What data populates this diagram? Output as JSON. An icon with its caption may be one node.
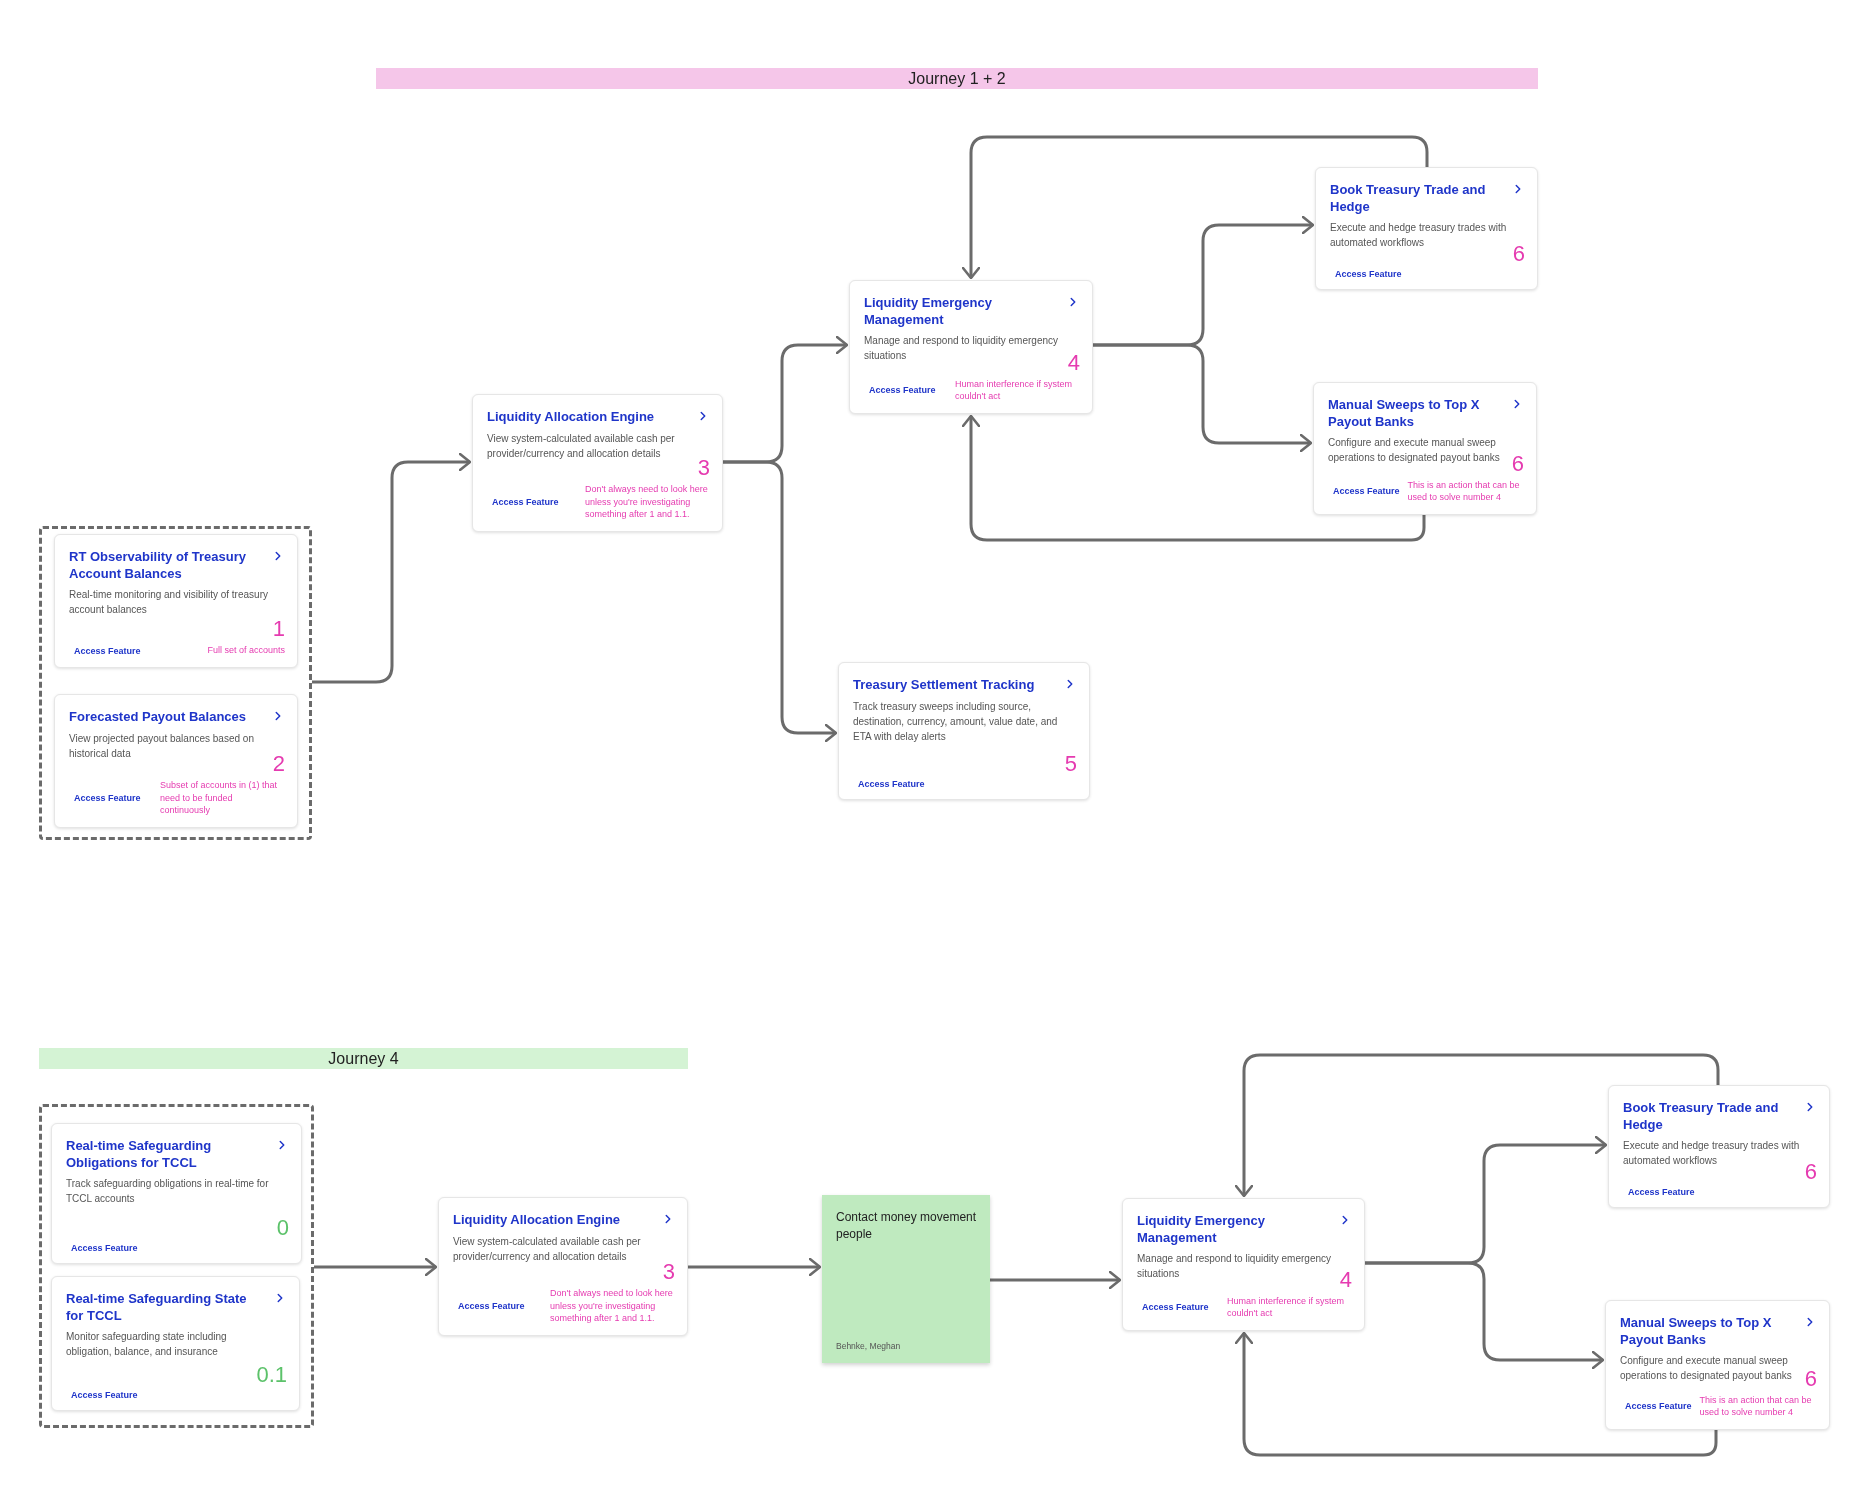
{
  "diagram": {
    "nodes": [
      {
        "text": [
          "Journey 1 + 2"
        ]
      },
      {
        "text": [],
        "shape": "box"
      },
      {
        "text": [
          "RT Observability of Treasury Account Balances",
          "Real-time monitoring and visibility of treasury account balances",
          "1",
          "Access Feature",
          "Full set of accounts"
        ],
        "in": 1
      },
      {
        "text": [
          "Forecasted Payout Balances",
          "View projected payout balances based on historical data",
          "2",
          "Access Feature",
          "Subset of accounts in (1) that need to be funded continuously"
        ],
        "in": 1
      },
      {
        "text": [
          "Liquidity Allocation Engine",
          "View system-calculated available cash per provider/currency and allocation details",
          "3",
          "Access Feature",
          "Don't always need to look here unless you're investigating something after 1 and 1.1."
        ]
      },
      {
        "text": [
          "Liquidity Emergency Management",
          "Manage and respond to liquidity emergency situations",
          "4",
          "Access Feature",
          "Human interference if system couldn't act"
        ]
      },
      {
        "text": [
          "Book Treasury Trade and Hedge",
          "Execute and hedge treasury trades with automated workflows",
          "6",
          "Access Feature"
        ]
      },
      {
        "text": [
          "Manual Sweeps to Top X Payout Banks",
          "Configure and execute manual sweep operations to designated payout banks",
          "6",
          "Access Feature",
          "This is an action that can be used to solve number 4"
        ]
      },
      {
        "text": [
          "Treasury Settlement Tracking",
          "Track treasury sweeps including source, destination, currency, amount, value date, and ETA with delay alerts",
          "5",
          "Access Feature"
        ]
      },
      {
        "text": [
          "Journey 4"
        ]
      },
      {
        "text": [],
        "shape": "box"
      },
      {
        "text": [
          "Real-time Safeguarding Obligations for TCCL",
          "Track safeguarding obligations in real-time for TCCL accounts",
          "0",
          "Access Feature"
        ],
        "in": 10
      },
      {
        "text": [
          "Real-time Safeguarding State for TCCL",
          "Monitor safeguarding state including obligation, balance, and insurance",
          "0.1",
          "Access Feature"
        ],
        "in": 10
      },
      {
        "text": [
          "Liquidity Allocation Engine",
          "View system-calculated available cash per provider/currency and allocation details",
          "3",
          "Access Feature",
          "Don't always need to look here unless you're investigating something after 1 and 1.1."
        ]
      },
      {
        "text": [
          "Contact money movement people",
          "Behnke, Meghan"
        ]
      },
      {
        "text": [
          "Liquidity Emergency Management",
          "Manage and respond to liquidity emergency situations",
          "4",
          "Access Feature",
          "Human interference if system couldn't act"
        ]
      },
      {
        "text": [
          "Book Treasury Trade and Hedge",
          "Execute and hedge treasury trades with automated workflows",
          "6",
          "Access Feature"
        ]
      },
      {
        "text": [
          "Manual Sweeps to Top X Payout Banks",
          "Configure and execute manual sweep operations to designated payout banks",
          "6",
          "Access Feature",
          "This is an action that can be used to solve number 4"
        ]
      }
    ],
    "edges": [
      {
        "from": 1,
        "to": 4,
        "arrow": "to"
      },
      {
        "from": 4,
        "to": 5,
        "arrow": "to"
      },
      {
        "from": 4,
        "to": 8,
        "arrow": "to"
      },
      {
        "from": 5,
        "to": 6,
        "arrow": "to"
      },
      {
        "from": 5,
        "to": 7,
        "arrow": "to"
      },
      {
        "from": 6,
        "to": 5,
        "arrow": "to"
      },
      {
        "from": 7,
        "to": 5,
        "arrow": "to"
      },
      {
        "from": 10,
        "to": 13,
        "arrow": "to"
      },
      {
        "from": 13,
        "to": 14,
        "arrow": "to"
      },
      {
        "from": 14,
        "to": 15,
        "arrow": "to"
      },
      {
        "from": 15,
        "to": 16,
        "arrow": "to"
      },
      {
        "from": 15,
        "to": 17,
        "arrow": "to"
      },
      {
        "from": 16,
        "to": 15,
        "arrow": "to"
      },
      {
        "from": 17,
        "to": 15,
        "arrow": "to"
      }
    ]
  }
}
